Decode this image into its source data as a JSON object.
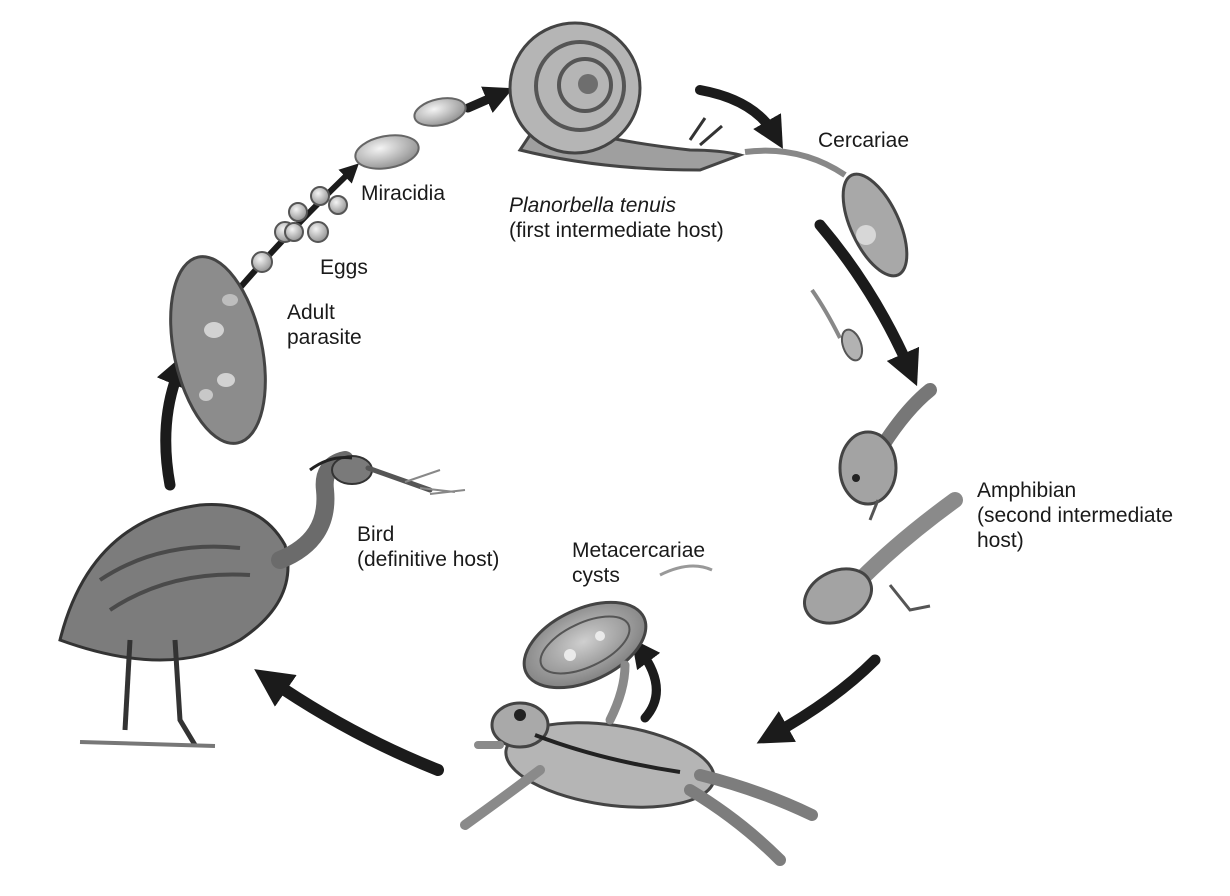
{
  "labels": {
    "miracidia": "Miracidia",
    "eggs": "Eggs",
    "adult": [
      "Adult",
      "parasite"
    ],
    "snail": [
      "Planorbella tenuis",
      "(first intermediate host)"
    ],
    "cercariae": "Cercariae",
    "amphibian": [
      "Amphibian",
      "(second intermediate",
      "host)"
    ],
    "bird": [
      "Bird",
      "(definitive host)"
    ],
    "metacercariae": [
      "Metacercariae",
      "cysts"
    ]
  },
  "colors": {
    "arrow": "#1b1b1b",
    "ink": "#1a1a1a",
    "organism_fill": "#9a9a9a",
    "organism_dark": "#555555",
    "organism_light": "#d6d6d6"
  }
}
